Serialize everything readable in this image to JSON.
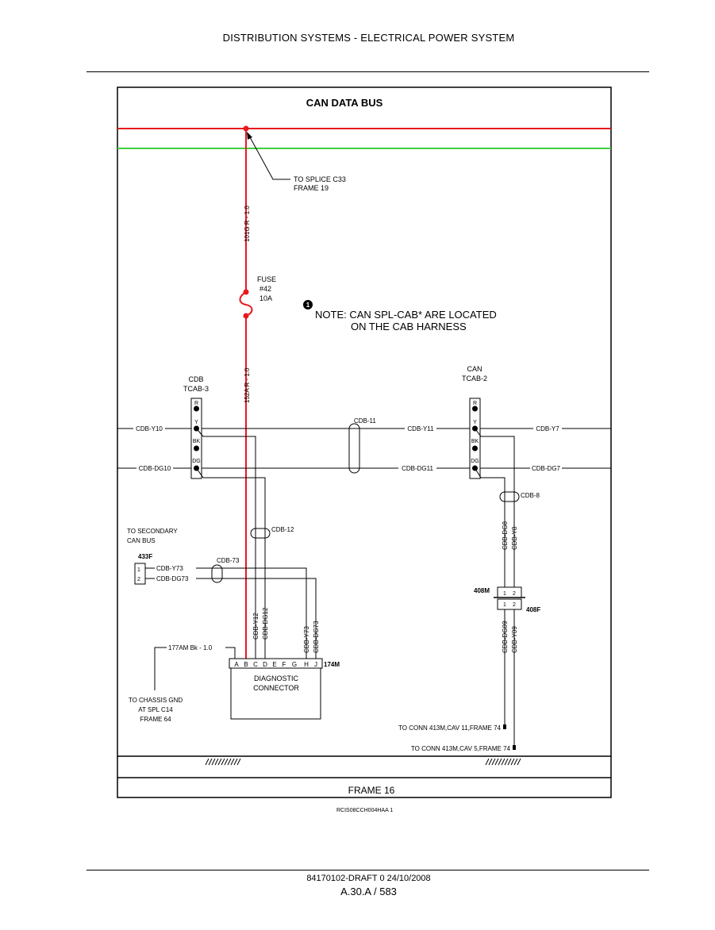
{
  "page": {
    "header": "DISTRIBUTION SYSTEMS - ELECTRICAL POWER SYSTEM",
    "figure_code": "RCIS08CCH004HAA    1",
    "footer_doc": "84170102-DRAFT 0 24/10/2008",
    "footer_page": "A.30.A / 583"
  },
  "diagram": {
    "title": "CAN DATA BUS",
    "frame_label": "FRAME 16",
    "colors": {
      "power_wire": "#e8191e",
      "bus_green": "#3ccf3c",
      "wire": "#000000"
    },
    "splice_ref": [
      "TO SPLICE C33",
      "FRAME 19"
    ],
    "wire_101g": "101G   R - 1.0",
    "wire_152a": "152A   R - 1.0",
    "fuse": [
      "FUSE",
      "#42",
      "10A"
    ],
    "note_marker": "1",
    "note": [
      "NOTE: CAN SPL-CAB* ARE LOCATED",
      "ON THE CAB HARNESS"
    ],
    "connector_left": {
      "title": [
        "CDB",
        "TCAB-3"
      ],
      "pins": [
        "R",
        "Y",
        "BK",
        "DG"
      ]
    },
    "connector_right": {
      "title": [
        "CAN",
        "TCAB-2"
      ],
      "pins": [
        "R",
        "Y",
        "BK",
        "DG"
      ]
    },
    "wires": {
      "y10": "CDB-Y10",
      "dg10": "CDB-DG10",
      "cdb11": "CDB-11",
      "y11": "CDB-Y11",
      "dg11": "CDB-DG11",
      "y7": "CDB-Y7",
      "dg7": "CDB-DG7",
      "cdb8": "CDB-8",
      "dg8": "CDB-DG8",
      "y8": "CDB-Y8",
      "cdb12": "CDB-12",
      "cdb73": "CDB-73",
      "y73": "CDB-Y73",
      "dg73": "CDB-DG73",
      "y12": "CDB-Y12",
      "dg12": "CDB-DG12",
      "dg09": "CDB-DG09",
      "y09": "CDB-Y09",
      "gnd_wire": "177AM    Bk -  1.0"
    },
    "secondary": [
      "TO SECONDARY",
      "CAN BUS"
    ],
    "conn_433f": {
      "label": "433F",
      "pins": [
        "1",
        "2"
      ]
    },
    "conn_408": {
      "male": "408M",
      "female": "408F",
      "pins": [
        "1",
        "2"
      ]
    },
    "diag_connector": {
      "pins": [
        "A",
        "B",
        "C",
        "D",
        "E",
        "F",
        "G",
        "H",
        "J"
      ],
      "label": "174M",
      "name": [
        "DIAGNOSTIC",
        "CONNECTOR"
      ]
    },
    "chassis_gnd": [
      "TO CHASSIS GND",
      "AT SPL C14",
      "FRAME 64"
    ],
    "conn_refs": [
      "TO CONN 413M,CAV 11,FRAME 74",
      "TO CONN 413M,CAV 5,FRAME 74"
    ]
  }
}
